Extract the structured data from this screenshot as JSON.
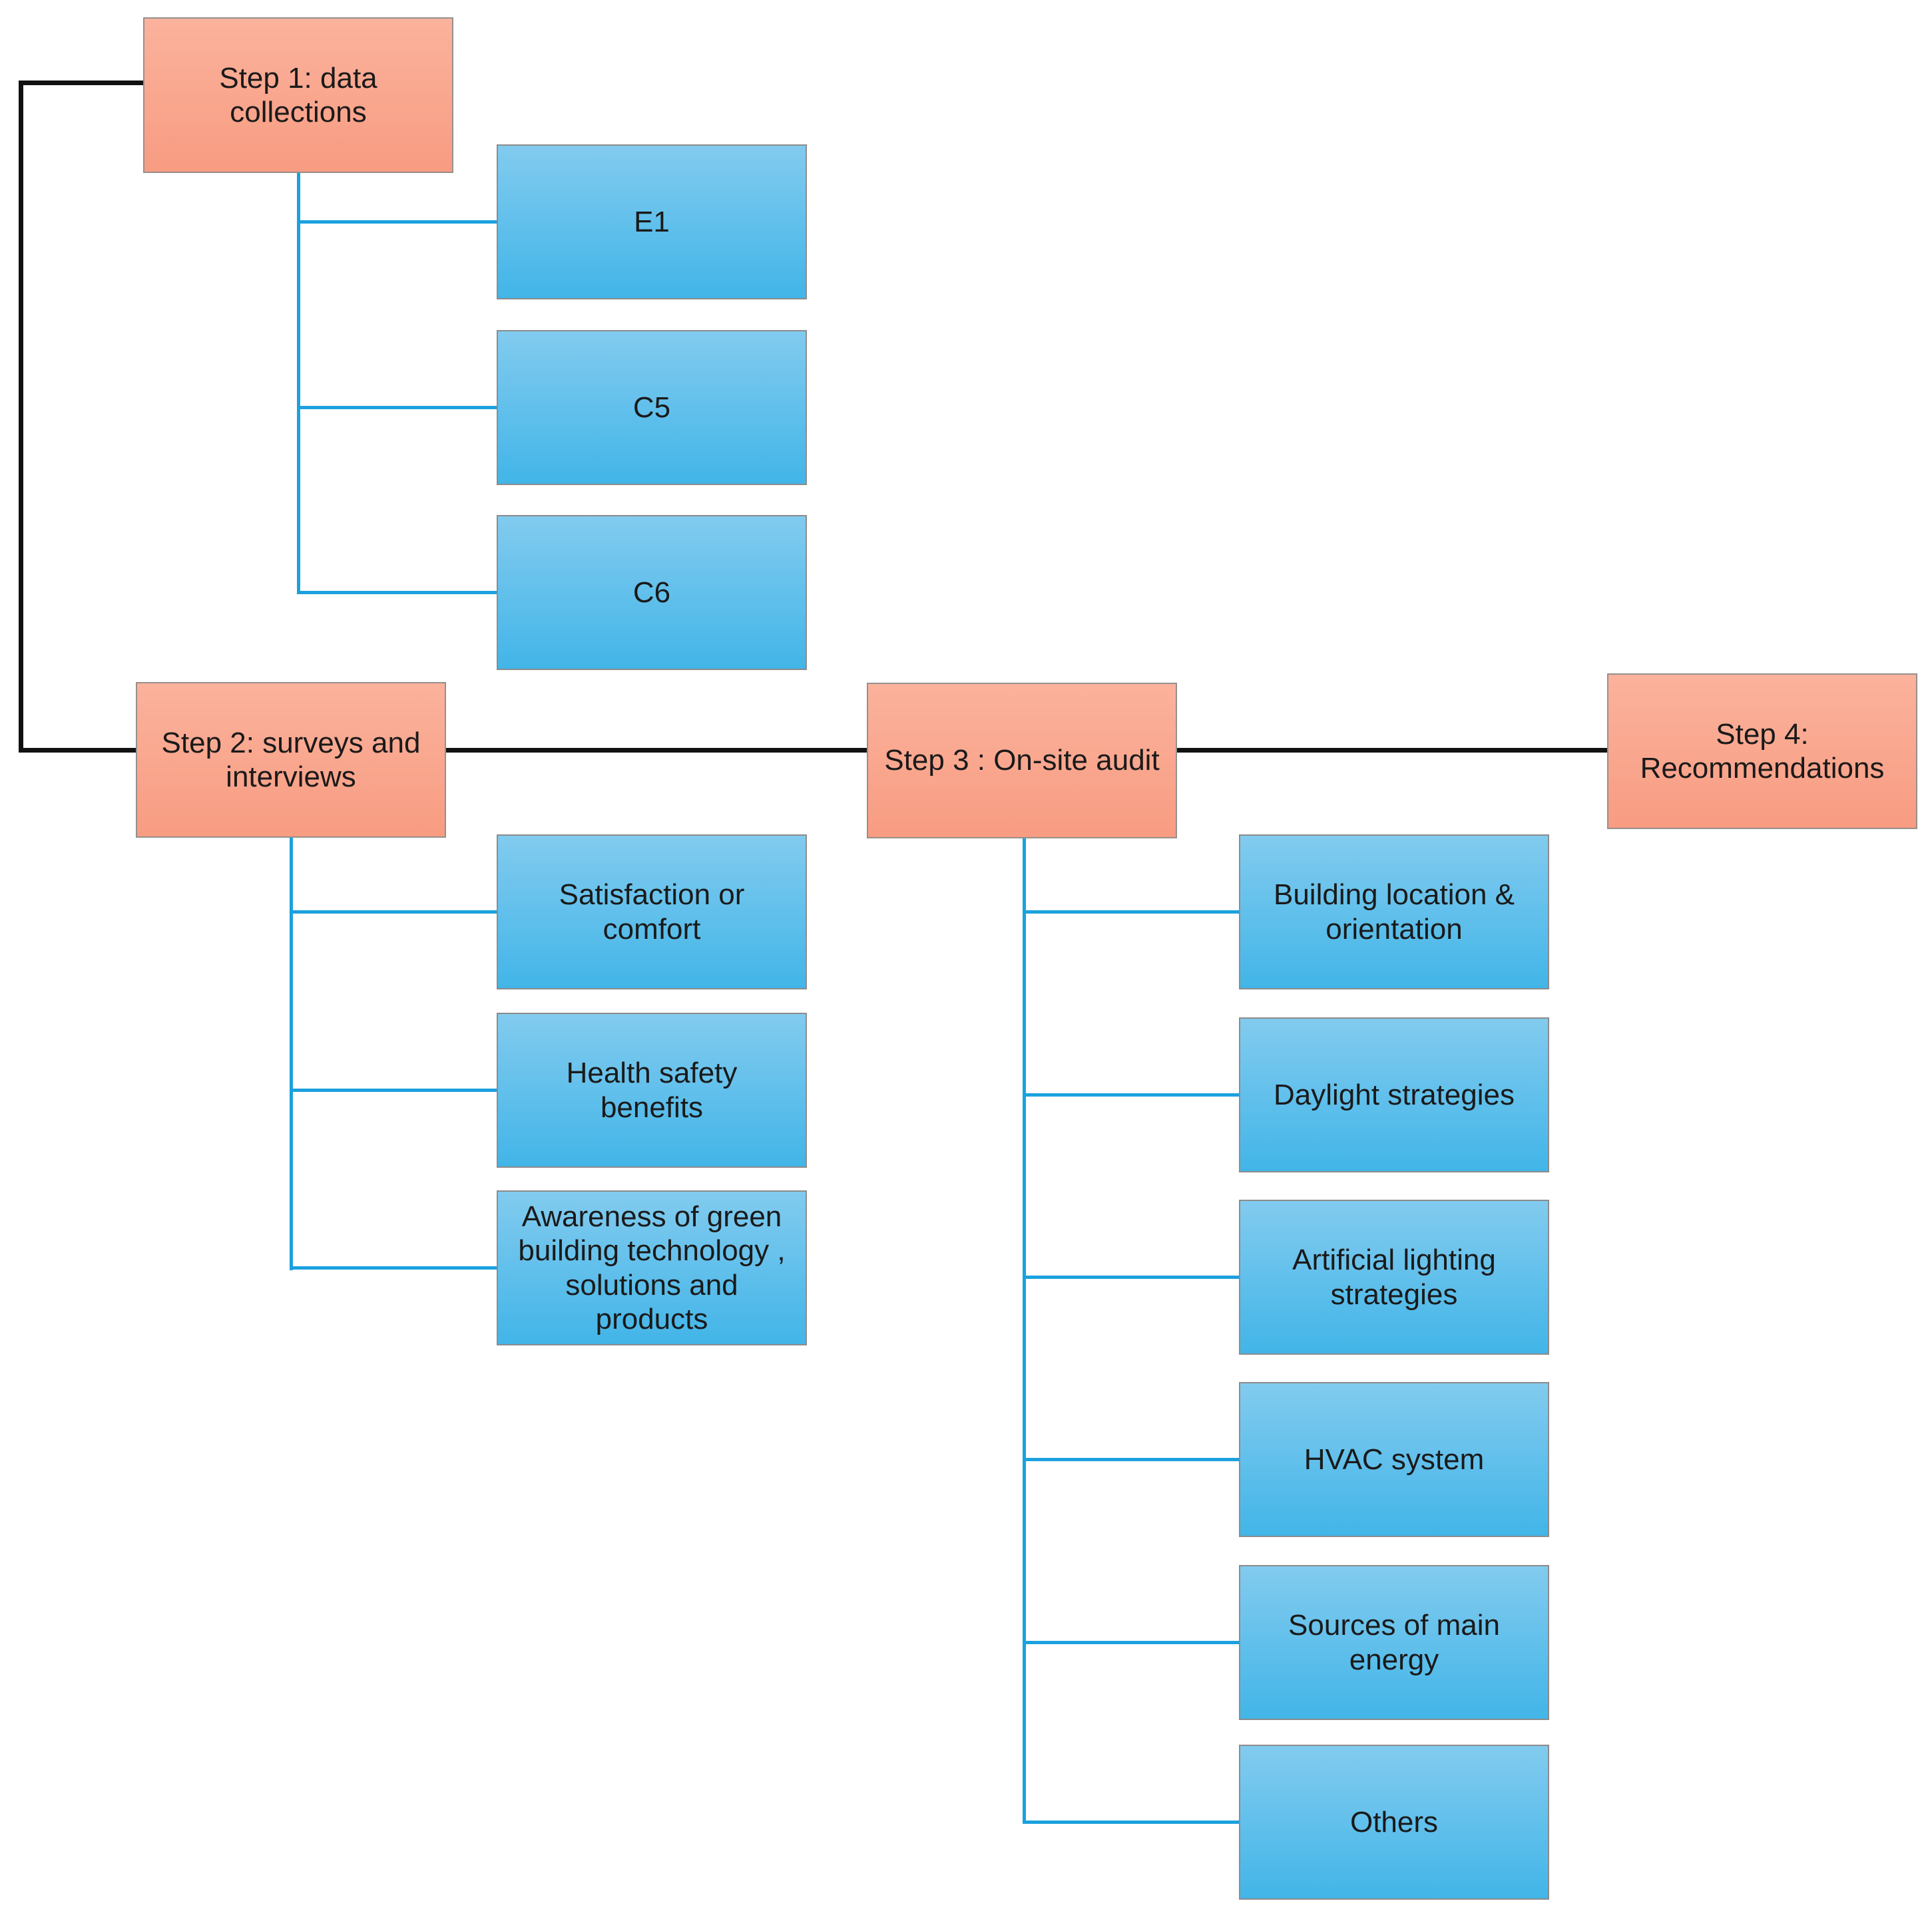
{
  "figure": {
    "type": "flowchart",
    "background": "#FFFFFF",
    "colors": {
      "step_fill_top": "#FBB29C",
      "step_fill_bottom": "#F89C82",
      "step_border": "#95908C",
      "item_fill_top": "#82CBEF",
      "item_fill_bottom": "#42B5E8",
      "item_border": "#8C8C8C",
      "connector_main": "#111111",
      "connector_branch": "#1BA1DE",
      "text": "#1A1A1A"
    },
    "nodes": {
      "step1": {
        "label": "Step 1: data\ncollections",
        "type": "step"
      },
      "step2": {
        "label": "Step 2: surveys and\ninterviews",
        "type": "step"
      },
      "step3": {
        "label": "Step 3 : On-site audit",
        "type": "step"
      },
      "step4": {
        "label": "Step 4:\nRecommendations",
        "type": "step"
      },
      "e1": {
        "label": "E1",
        "type": "item",
        "parent": "step1"
      },
      "c5": {
        "label": "C5",
        "type": "item",
        "parent": "step1"
      },
      "c6": {
        "label": "C6",
        "type": "item",
        "parent": "step1"
      },
      "satisfaction": {
        "label": "Satisfaction or\ncomfort",
        "type": "item",
        "parent": "step2"
      },
      "health": {
        "label": "Health safety\nbenefits",
        "type": "item",
        "parent": "step2"
      },
      "awareness": {
        "label": "Awareness of green\nbuilding technology ,\nsolutions and\nproducts",
        "type": "item",
        "parent": "step2"
      },
      "building": {
        "label": "Building location &\norientation",
        "type": "item",
        "parent": "step3"
      },
      "daylight": {
        "label": "Daylight strategies",
        "type": "item",
        "parent": "step3"
      },
      "artificial": {
        "label": "Artificial lighting\nstrategies",
        "type": "item",
        "parent": "step3"
      },
      "hvac": {
        "label": "HVAC system",
        "type": "item",
        "parent": "step3"
      },
      "sources": {
        "label": "Sources of main\nenergy",
        "type": "item",
        "parent": "step3"
      },
      "others": {
        "label": "Others",
        "type": "item",
        "parent": "step3"
      }
    },
    "sequence": [
      "step1",
      "step2",
      "step3",
      "step4"
    ],
    "edges": [
      {
        "from": "step1",
        "to": "step2",
        "style": "black-elbow"
      },
      {
        "from": "step2",
        "to": "step3",
        "style": "black-straight"
      },
      {
        "from": "step3",
        "to": "step4",
        "style": "black-straight"
      },
      {
        "from": "step1",
        "to": [
          "e1",
          "c5",
          "c6"
        ],
        "style": "blue-branch"
      },
      {
        "from": "step2",
        "to": [
          "satisfaction",
          "health",
          "awareness"
        ],
        "style": "blue-branch"
      },
      {
        "from": "step3",
        "to": [
          "building",
          "daylight",
          "artificial",
          "hvac",
          "sources",
          "others"
        ],
        "style": "blue-branch"
      }
    ]
  }
}
